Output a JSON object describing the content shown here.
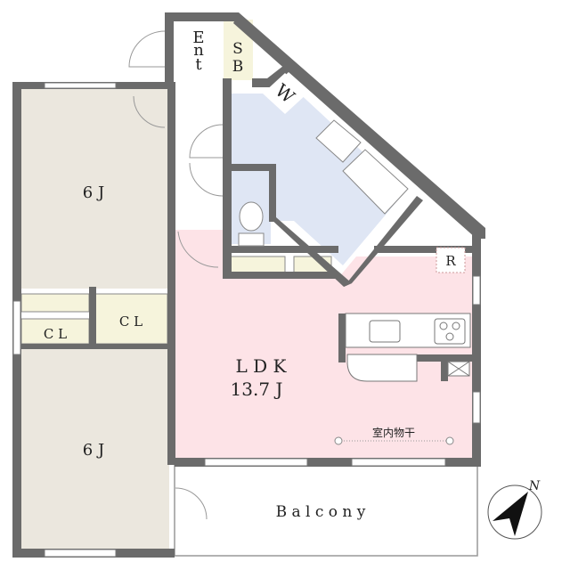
{
  "rooms": {
    "entrance": "E n t",
    "shoe_box": "S B",
    "washroom": "W",
    "bedroom_upper": "6 J",
    "bedroom_lower": "6 J",
    "closet_left": "C L",
    "closet_right": "C L",
    "ldk": "L D K",
    "ldk_size": "13.7 J",
    "indoor_drying": "室内物干",
    "refrigerator": "R",
    "balcony": "B a l c o n y"
  },
  "compass": {
    "north_label": "N"
  },
  "colors": {
    "wall": "#6b6b6b",
    "bedroom": "#ebe7de",
    "ldk": "#fde3e7",
    "wet_area": "#dfe6f4",
    "storage": "#f6f4dc"
  }
}
